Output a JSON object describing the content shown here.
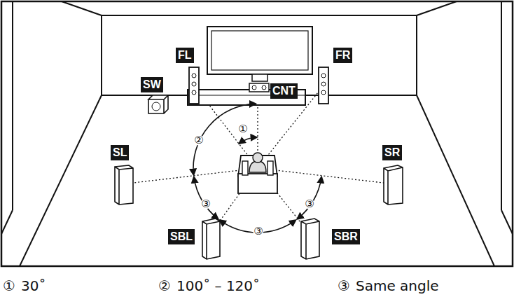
{
  "diagram": {
    "nodes": [
      {
        "text": [
          "FL"
        ]
      },
      {
        "text": [
          "FR"
        ]
      },
      {
        "text": [
          "SW"
        ]
      },
      {
        "text": [
          "CNT"
        ]
      },
      {
        "text": [
          "SL"
        ]
      },
      {
        "text": [
          "SR"
        ]
      },
      {
        "text": [
          "SBL"
        ]
      },
      {
        "text": [
          "SBR"
        ]
      }
    ],
    "labels": [
      "①",
      "②",
      "③",
      "③",
      "③",
      "①",
      "30˚",
      "②",
      "100˚ – 120˚",
      "③",
      "Same angle"
    ]
  }
}
